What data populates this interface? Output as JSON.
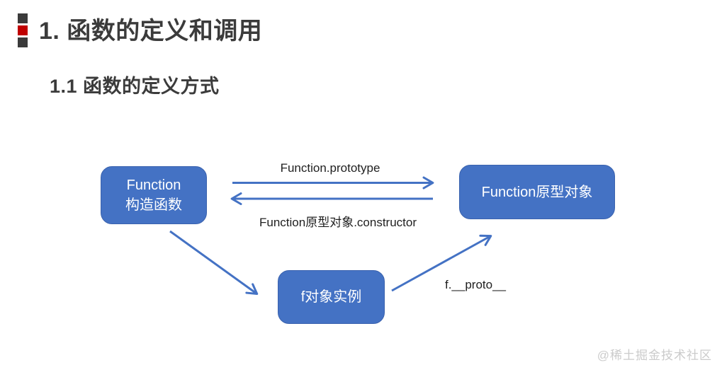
{
  "page": {
    "title": "1. 函数的定义和调用",
    "subtitle": "1.1 函数的定义方式",
    "watermark": "@稀土掘金技术社区"
  },
  "diagram": {
    "nodes": [
      {
        "id": "function-constructor",
        "lines": [
          "Function",
          "构造函数"
        ]
      },
      {
        "id": "function-prototype",
        "lines": [
          "Function原型对象"
        ]
      },
      {
        "id": "f-instance",
        "lines": [
          "f对象实例"
        ]
      }
    ],
    "edge_labels": {
      "prototype": "Function.prototype",
      "constructor": "Function原型对象.constructor",
      "proto": "f.__proto__"
    }
  },
  "colors": {
    "background": "#FFFFFF",
    "node_fill": "#4472C4",
    "node_border": "#3A62AE",
    "node_text": "#FFFFFF",
    "arrow": "#4472C4",
    "heading": "#3B3B3B",
    "label": "#1F1F1F",
    "marker_dark": "#3B3B3B",
    "marker_red": "#C00000",
    "watermark": "#CBCBCB"
  }
}
